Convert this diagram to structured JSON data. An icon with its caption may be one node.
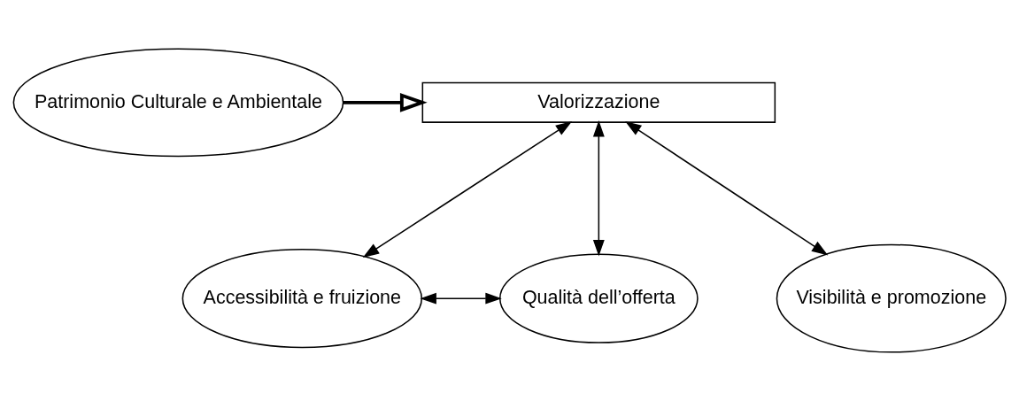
{
  "diagram": {
    "nodes": [
      {
        "text": [
          "Patrimonio Culturale e Ambientale"
        ]
      },
      {
        "text": [
          "Valorizzazione"
        ]
      },
      {
        "text": [
          "Accessibilità e fruizione"
        ]
      },
      {
        "text": [
          "Qualità dell’offerta"
        ]
      },
      {
        "text": [
          "Visibilità e promozione"
        ]
      }
    ],
    "edges": [
      {
        "from": 0,
        "to": 1,
        "arrow": "to",
        "style": "thick"
      },
      {
        "from": 1,
        "to": 2,
        "arrow": "both"
      },
      {
        "from": 1,
        "to": 3,
        "arrow": "both"
      },
      {
        "from": 1,
        "to": 4,
        "arrow": "both"
      },
      {
        "from": 2,
        "to": 3,
        "arrow": "both"
      }
    ]
  }
}
